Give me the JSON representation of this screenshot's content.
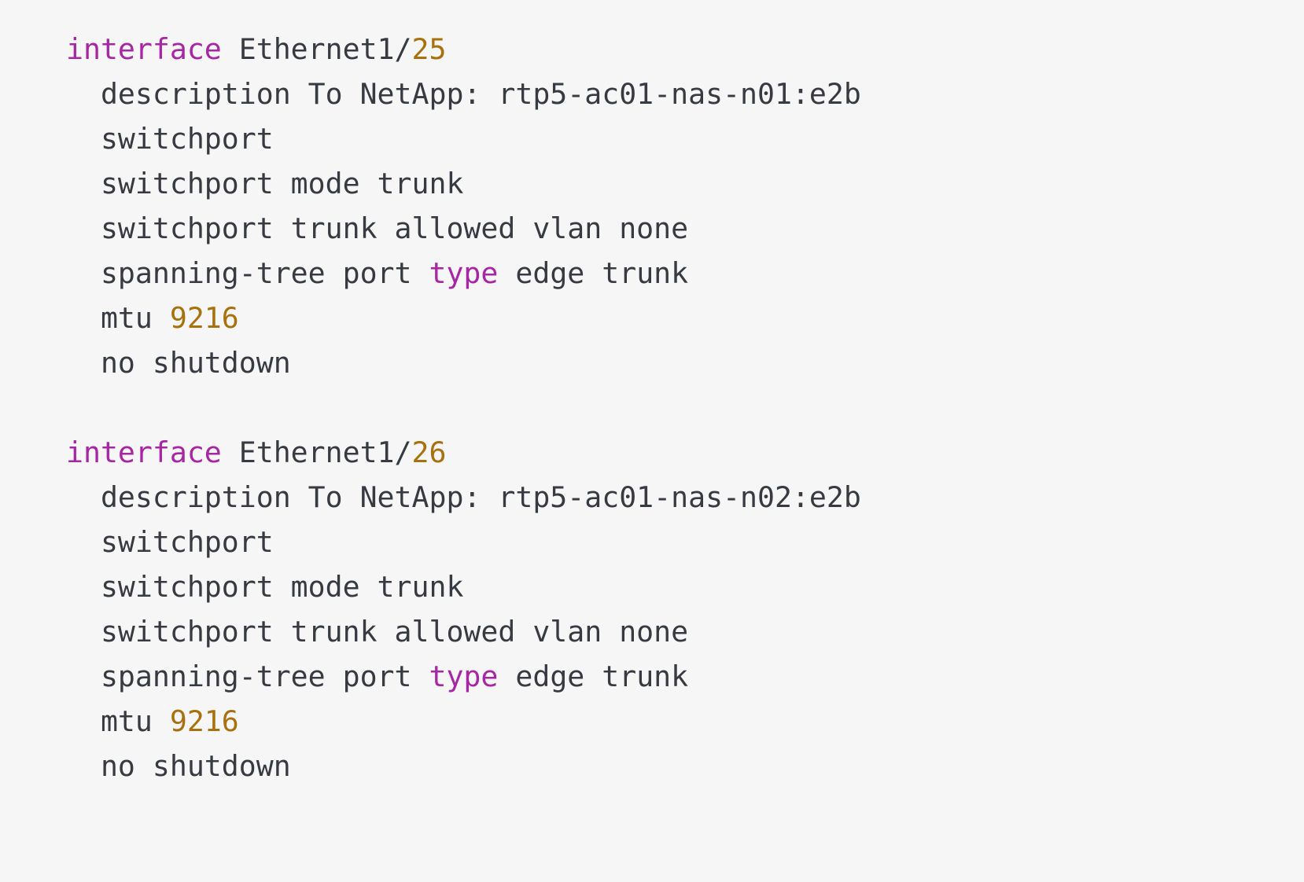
{
  "page": {
    "background": "#f6f6f6"
  },
  "code": {
    "language": "network-interface-config",
    "colors": {
      "plain": "#383a42",
      "keyword": "#a626a4",
      "number": "#a8710e"
    },
    "lines": [
      {
        "segments": [
          {
            "type": "keyword",
            "text": "interface"
          },
          {
            "type": "plain",
            "text": " Ethernet1/"
          },
          {
            "type": "number",
            "text": "25"
          }
        ]
      },
      {
        "segments": [
          {
            "type": "plain",
            "text": "  description To NetApp: rtp5-ac01-nas-n01:e2b"
          }
        ]
      },
      {
        "segments": [
          {
            "type": "plain",
            "text": "  switchport"
          }
        ]
      },
      {
        "segments": [
          {
            "type": "plain",
            "text": "  switchport mode trunk"
          }
        ]
      },
      {
        "segments": [
          {
            "type": "plain",
            "text": "  switchport trunk allowed vlan none"
          }
        ]
      },
      {
        "segments": [
          {
            "type": "plain",
            "text": "  spanning-tree port "
          },
          {
            "type": "keyword",
            "text": "type"
          },
          {
            "type": "plain",
            "text": " edge trunk"
          }
        ]
      },
      {
        "segments": [
          {
            "type": "plain",
            "text": "  mtu "
          },
          {
            "type": "number",
            "text": "9216"
          }
        ]
      },
      {
        "segments": [
          {
            "type": "plain",
            "text": "  no shutdown"
          }
        ]
      },
      {
        "segments": []
      },
      {
        "segments": [
          {
            "type": "keyword",
            "text": "interface"
          },
          {
            "type": "plain",
            "text": " Ethernet1/"
          },
          {
            "type": "number",
            "text": "26"
          }
        ]
      },
      {
        "segments": [
          {
            "type": "plain",
            "text": "  description To NetApp: rtp5-ac01-nas-n02:e2b"
          }
        ]
      },
      {
        "segments": [
          {
            "type": "plain",
            "text": "  switchport"
          }
        ]
      },
      {
        "segments": [
          {
            "type": "plain",
            "text": "  switchport mode trunk"
          }
        ]
      },
      {
        "segments": [
          {
            "type": "plain",
            "text": "  switchport trunk allowed vlan none"
          }
        ]
      },
      {
        "segments": [
          {
            "type": "plain",
            "text": "  spanning-tree port "
          },
          {
            "type": "keyword",
            "text": "type"
          },
          {
            "type": "plain",
            "text": " edge trunk"
          }
        ]
      },
      {
        "segments": [
          {
            "type": "plain",
            "text": "  mtu "
          },
          {
            "type": "number",
            "text": "9216"
          }
        ]
      },
      {
        "segments": [
          {
            "type": "plain",
            "text": "  no shutdown"
          }
        ]
      }
    ]
  }
}
